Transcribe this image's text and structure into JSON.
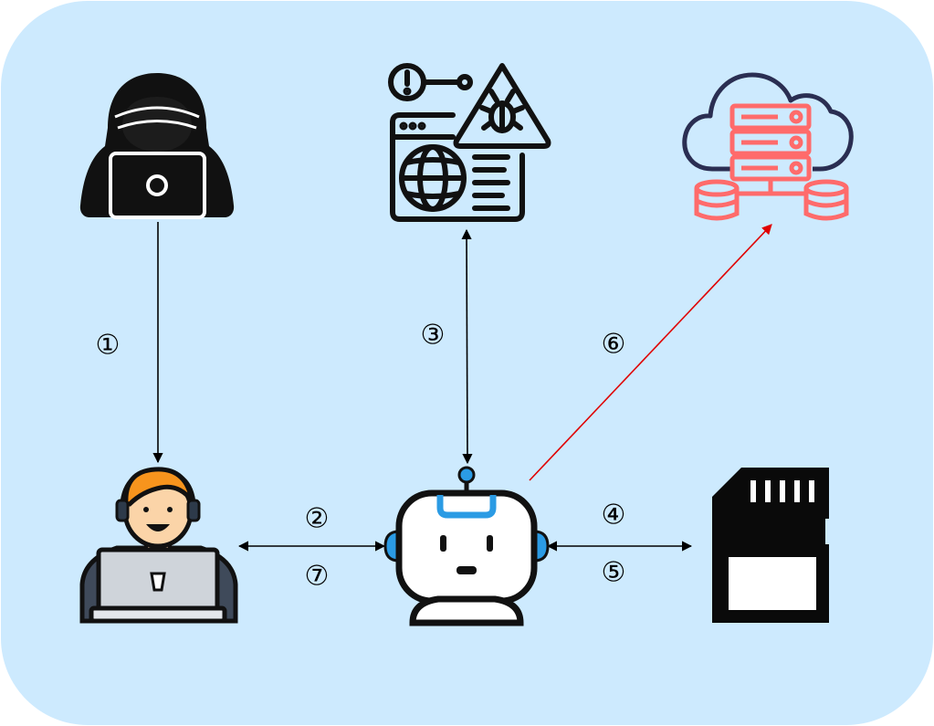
{
  "diagram": {
    "background_color": "#cdeafe",
    "nodes": [
      {
        "id": "attacker",
        "icon": "hooded-hacker-icon"
      },
      {
        "id": "malicious-site",
        "icon": "malicious-webpage-with-bug-icon"
      },
      {
        "id": "cloud-server",
        "icon": "cloud-database-server-icon"
      },
      {
        "id": "user",
        "icon": "user-at-laptop-icon"
      },
      {
        "id": "ai-agent",
        "icon": "robot-agent-icon"
      },
      {
        "id": "local-storage",
        "icon": "sd-card-icon"
      }
    ],
    "edges": [
      {
        "from": "attacker",
        "to": "user",
        "direction": "one-way",
        "color": "#000000",
        "labels": [
          "①"
        ]
      },
      {
        "from": "user",
        "to": "ai-agent",
        "direction": "two-way",
        "color": "#000000",
        "labels": [
          "②",
          "⑦"
        ]
      },
      {
        "from": "ai-agent",
        "to": "malicious-site",
        "direction": "two-way",
        "color": "#000000",
        "labels": [
          "③"
        ]
      },
      {
        "from": "ai-agent",
        "to": "local-storage",
        "direction": "two-way",
        "color": "#000000",
        "labels": [
          "④",
          "⑤"
        ]
      },
      {
        "from": "ai-agent",
        "to": "cloud-server",
        "direction": "one-way",
        "color": "#e00000",
        "labels": [
          "⑥"
        ]
      }
    ]
  }
}
